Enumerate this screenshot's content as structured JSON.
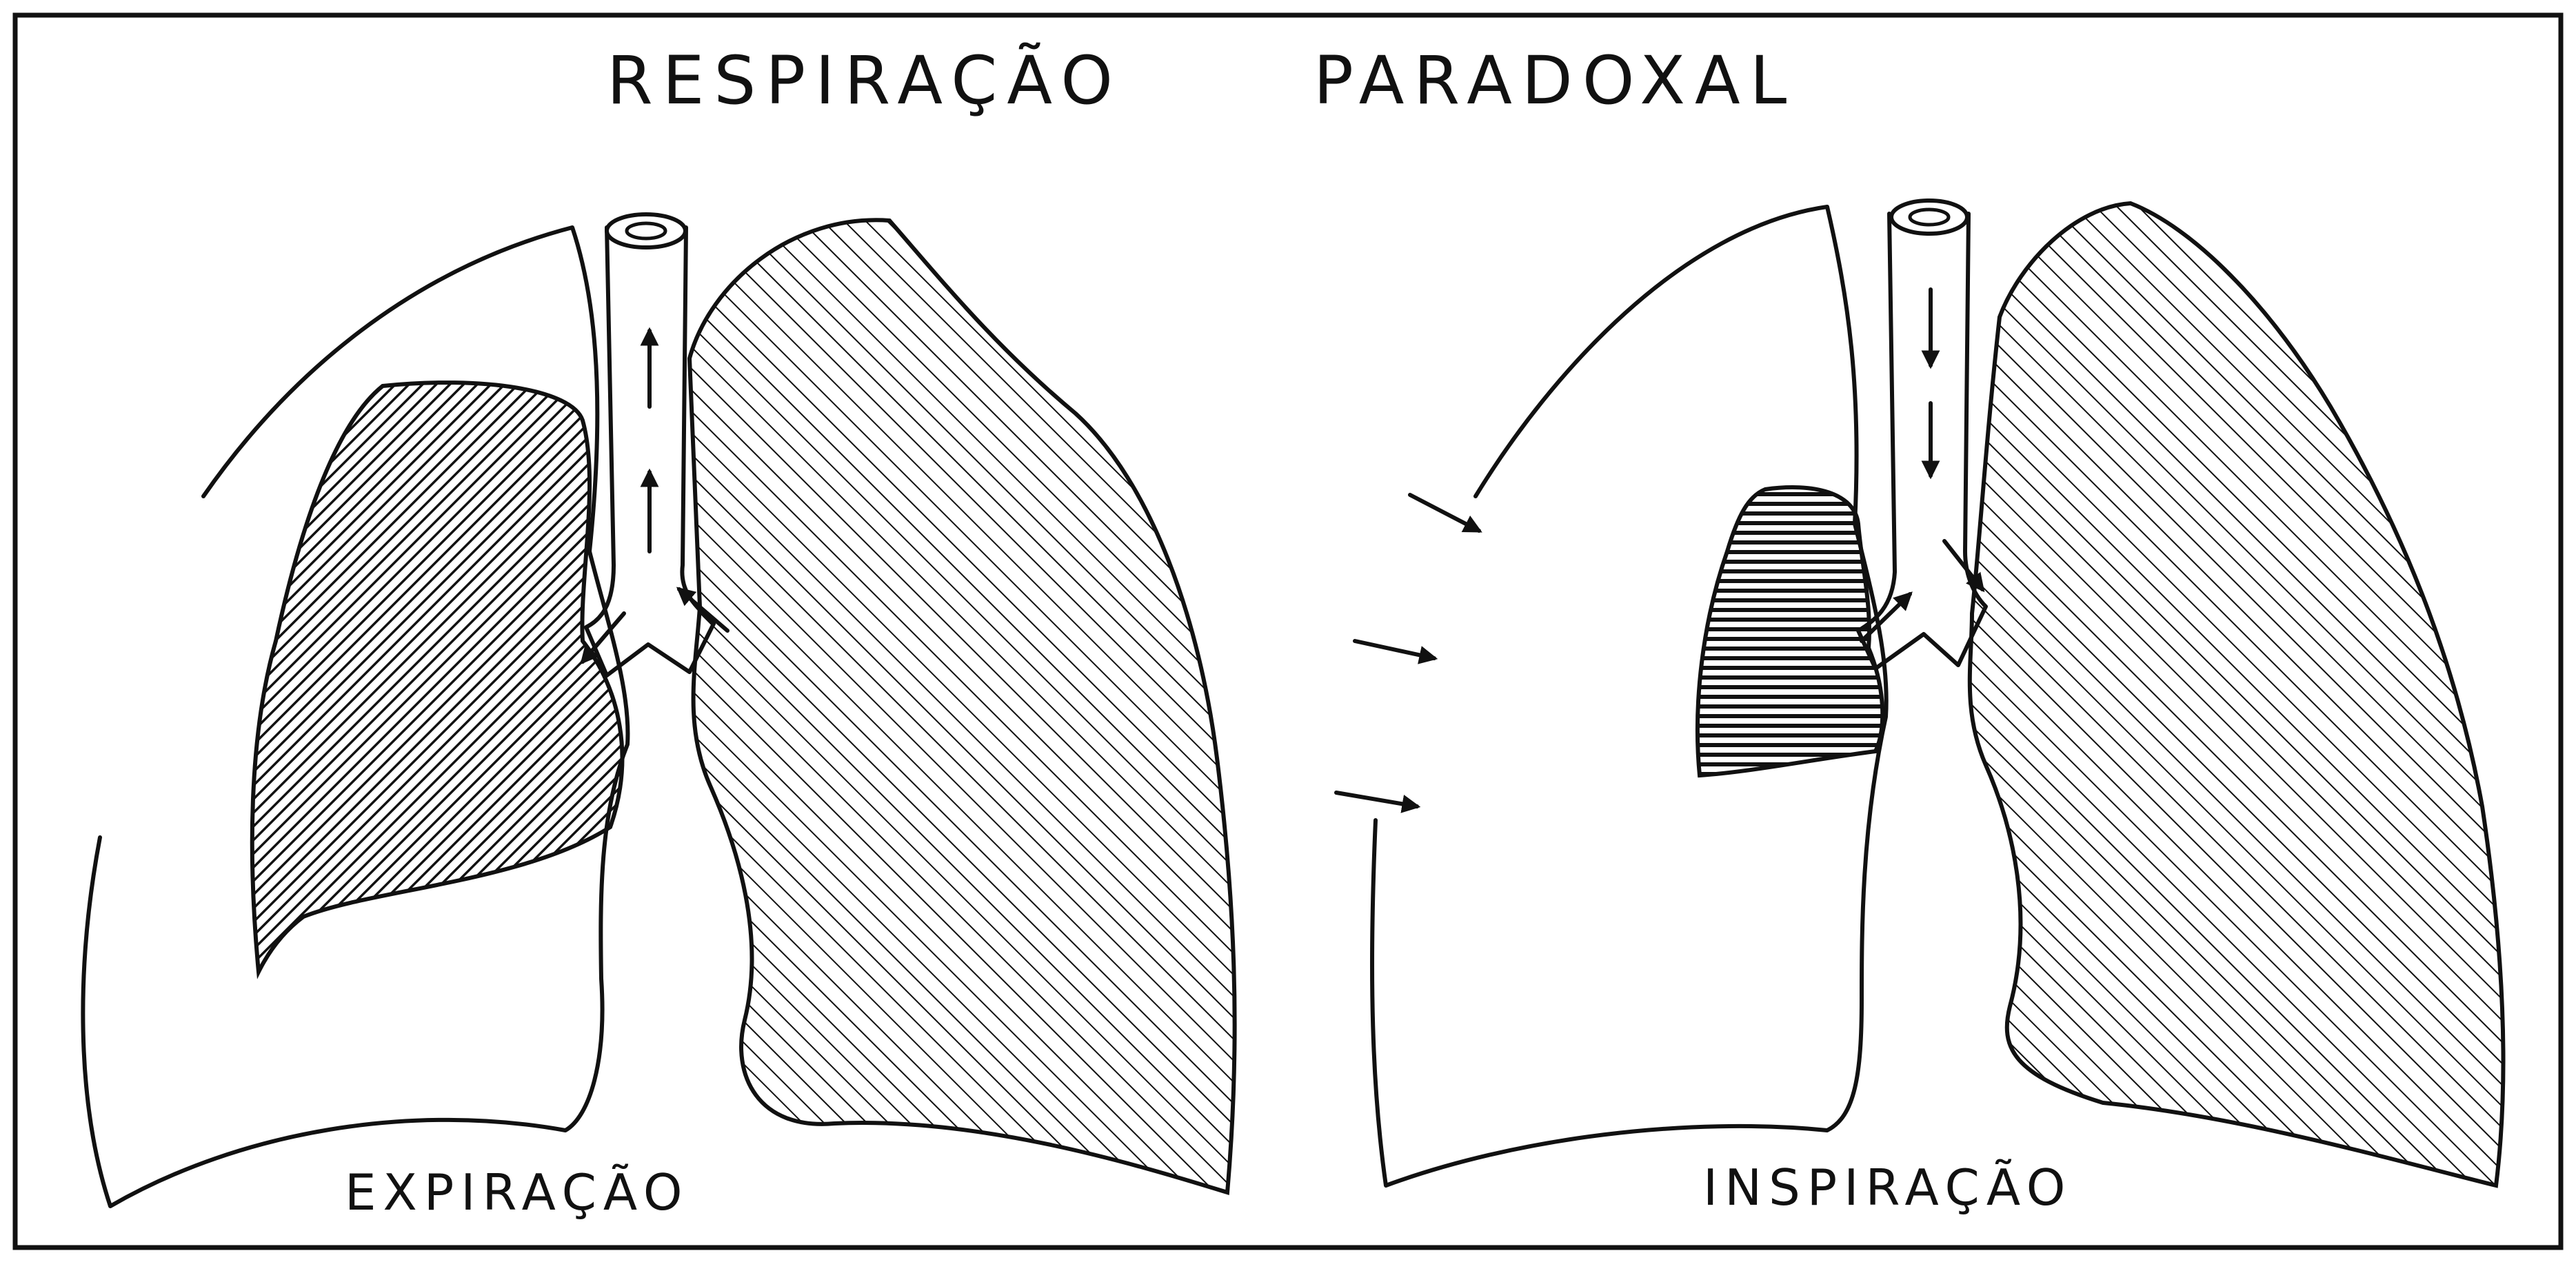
{
  "title": {
    "part1": "RESPIRAÇÃO",
    "part2": "PARADOXAL"
  },
  "panels": [
    {
      "label": "EXPIRAÇÃO"
    },
    {
      "label": "INSPIRAÇÃO"
    }
  ],
  "colors": {
    "ink": "#111111",
    "paper": "#ffffff"
  }
}
